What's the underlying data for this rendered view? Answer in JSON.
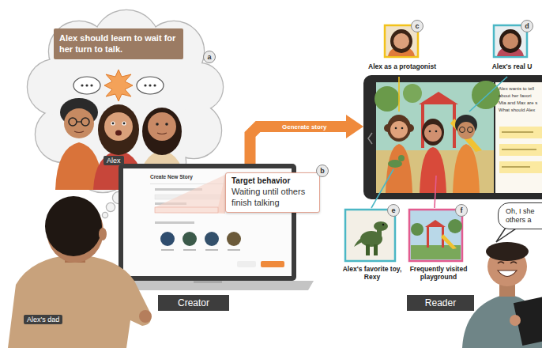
{
  "diagram": {
    "nodes": [
      {
        "text": [
          "Alex should learn to wait for her turn to talk."
        ]
      },
      {
        "text": [
          "a"
        ]
      },
      {
        "text": [
          "Alex"
        ]
      },
      {
        "text": [
          "Create New Story"
        ]
      },
      {
        "text": [
          "Target behavior",
          "Waiting until others finish talking"
        ]
      },
      {
        "text": [
          "b"
        ]
      },
      {
        "text": [
          "Alex's dad"
        ]
      },
      {
        "text": [
          "Creator"
        ]
      },
      {
        "text": [
          "c"
        ]
      },
      {
        "text": [
          "d"
        ]
      },
      {
        "text": [
          "Alex wants to tell",
          "about her favori",
          "Mia and Max are s",
          "What should Alex"
        ]
      },
      {
        "text": [
          "e"
        ]
      },
      {
        "text": [
          "f"
        ]
      },
      {
        "text": [
          "Oh, I she others a"
        ]
      },
      {
        "text": [
          "Reader"
        ]
      }
    ],
    "edges": [
      {
        "from": 3,
        "to": 10,
        "label": "Generate story",
        "arrow": "to"
      }
    ],
    "labels": [
      "Alex as a protagonist",
      "Alex's real U",
      "Alex's favorite toy, Rexy",
      "Frequently visited playground"
    ]
  }
}
